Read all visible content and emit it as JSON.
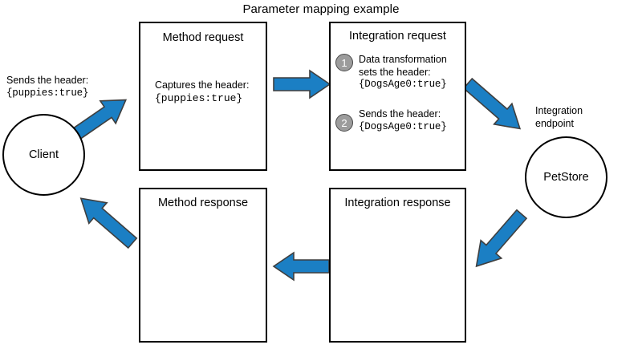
{
  "diagram": {
    "title": "Parameter mapping example",
    "colors": {
      "arrow_fill": "#1b7fc4",
      "arrow_stroke": "#3f3f3f",
      "badge_fill": "#9c9c9c",
      "badge_stroke": "#4a4a4a",
      "shape_stroke": "#000000",
      "background": "#ffffff"
    }
  },
  "client": {
    "label": "Client",
    "caption_line1": "Sends the header:",
    "caption_line2": "{puppies:true}"
  },
  "method_request": {
    "title": "Method request",
    "body_line1": "Captures the header:",
    "body_line2": "{puppies:true}"
  },
  "integration_request": {
    "title": "Integration request",
    "steps": [
      {
        "number": "1",
        "line1": "Data transformation",
        "line2": "sets the header:",
        "line3": "{DogsAge0:true}"
      },
      {
        "number": "2",
        "line1": "Sends the header:",
        "line2": "{DogsAge0:true}"
      }
    ]
  },
  "integration_endpoint": {
    "label_line1": "Integration",
    "label_line2": "endpoint",
    "node_label": "PetStore"
  },
  "method_response": {
    "title": "Method response"
  },
  "integration_response": {
    "title": "Integration response"
  },
  "arrows": [
    {
      "name": "client-to-method-request",
      "direction": "up-right"
    },
    {
      "name": "method-request-to-integration-request",
      "direction": "right"
    },
    {
      "name": "integration-request-to-endpoint",
      "direction": "down-right"
    },
    {
      "name": "endpoint-to-integration-response",
      "direction": "down-left"
    },
    {
      "name": "integration-response-to-method-response",
      "direction": "left"
    },
    {
      "name": "method-response-to-client",
      "direction": "up-left"
    }
  ]
}
